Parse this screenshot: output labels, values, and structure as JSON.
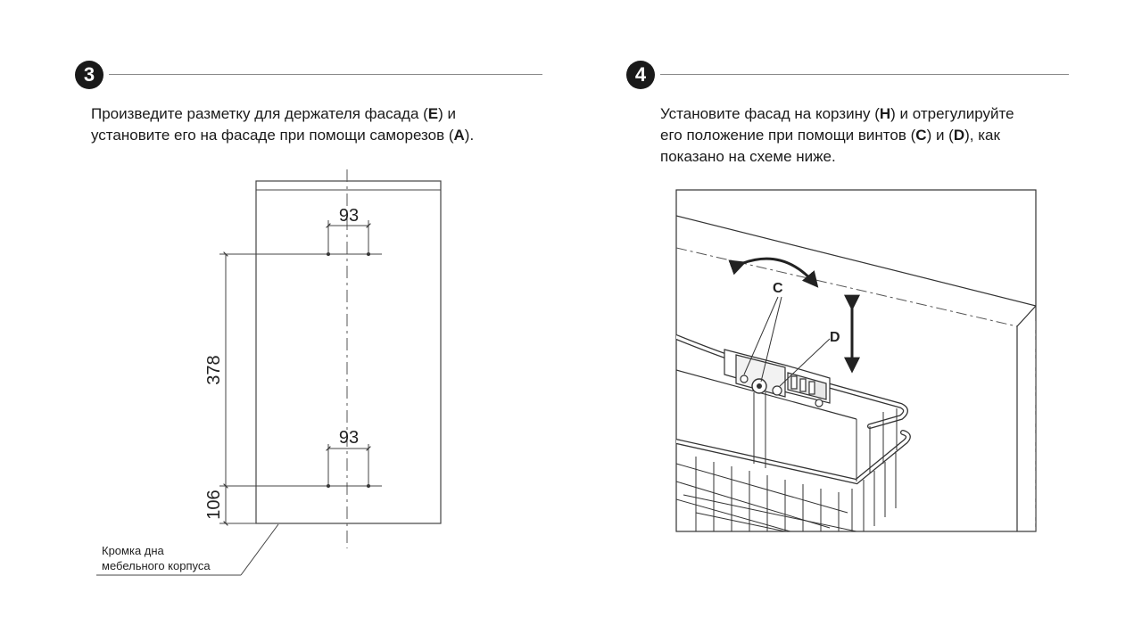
{
  "step3": {
    "number": "3",
    "line1": {
      "a": "Произведите разметку для держателя фасада (",
      "b": "E",
      "c": ") и"
    },
    "line2": {
      "a": "установите его на фасаде при помощи саморезов (",
      "b": "A",
      "c": ")."
    },
    "dim_top": "93",
    "dim_bottom": "93",
    "dim_vertical": "378",
    "dim_offset": "106",
    "callout_line1": "Кромка дна",
    "callout_line2": "мебельного корпуса"
  },
  "step4": {
    "number": "4",
    "line1": {
      "a": "Установите фасад на корзину (",
      "b": "H",
      "c": ") и отрегулируйте"
    },
    "line2": {
      "a": "его положение при помощи винтов (",
      "b": "C",
      "c": ") и (",
      "d": "D",
      "e": "), как"
    },
    "line3": "показано на схеме ниже.",
    "label_c": "C",
    "label_d": "D"
  },
  "colors": {
    "line": "#333333",
    "rule": "#8a8a8a",
    "badge": "#1a1a1a"
  }
}
